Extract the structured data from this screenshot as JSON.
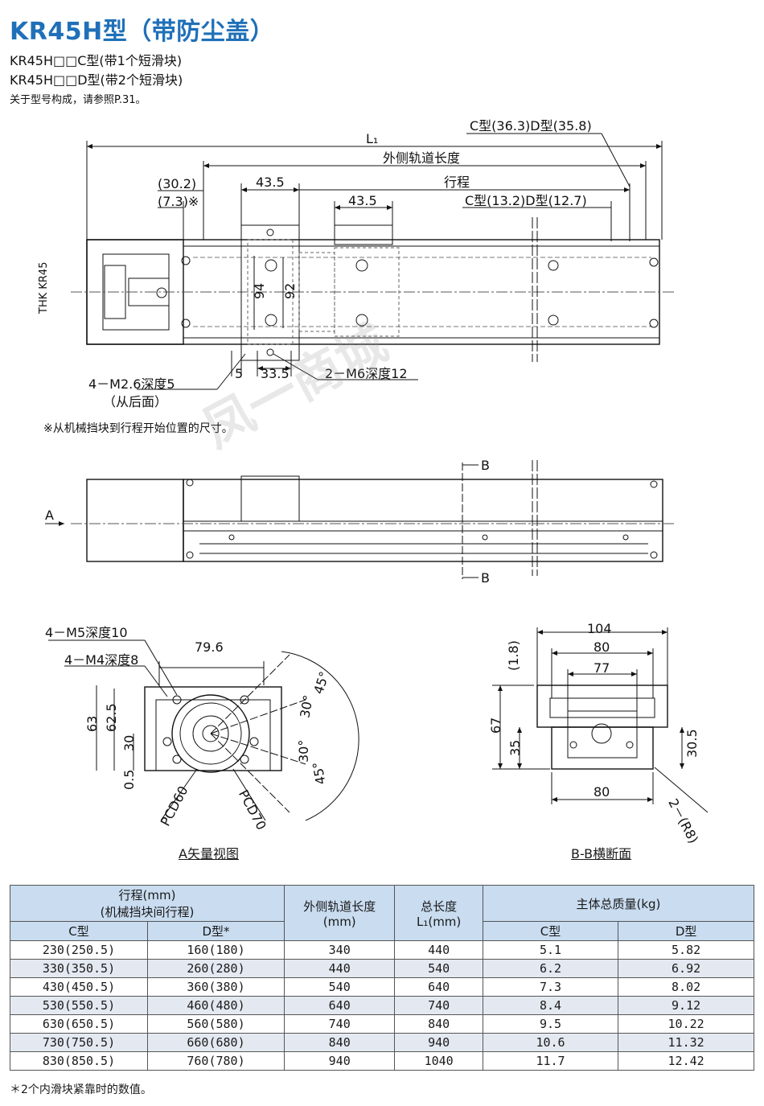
{
  "header": {
    "title": "KR45H型（带防尘盖）",
    "line_c": "KR45H□□C型(带1个短滑块)",
    "line_d": "KR45H□□D型(带2个短滑块)",
    "ref": "关于型号构成，请参照P.31。"
  },
  "top_view": {
    "dim_cd_end": "C型(36.3)D型(35.8)",
    "dim_L1": "L₁",
    "dim_outer_rail": "外侧轨道长度",
    "dim_30_2": "(30.2)",
    "dim_7_3": "(7.3)※",
    "dim_43_5_a": "43.5",
    "dim_stroke": "行程",
    "dim_43_5_b": "43.5",
    "dim_cd_start": "C型(13.2)D型(12.7)",
    "dim_94": "94",
    "dim_92": "92",
    "dim_5": "5",
    "dim_33_5": "33.5",
    "callout_m26": "4－M2.6深度5",
    "callout_m26_b": "（从后面）",
    "callout_m6": "2－M6深度12",
    "logo": "THK KR45",
    "footnote": "※从机械挡块到行程开始位置的尺寸。"
  },
  "side_view": {
    "arrow_a": "A",
    "section_b_top": "B",
    "section_b_bottom": "B"
  },
  "end_view": {
    "callout_m5": "4－M5深度10",
    "callout_m4": "4－M4深度8",
    "dim_79_6": "79.6",
    "dim_63": "63",
    "dim_62_5": "62.5",
    "dim_30": "30",
    "dim_0_5": "0.5",
    "pcd60": "PCD60",
    "pcd70": "PCD70",
    "ang_45_a": "45°",
    "ang_30_a": "30°",
    "ang_30_b": "30°",
    "ang_45_b": "45°",
    "caption": "A矢量视图"
  },
  "section_view": {
    "dim_104": "104",
    "dim_80_top": "80",
    "dim_77": "77",
    "dim_1_8": "(1.8)",
    "dim_67": "67",
    "dim_35": "35",
    "dim_30_5": "30.5",
    "dim_80_bottom": "80",
    "dim_r8": "2－(R8)",
    "caption": "B-B横断面"
  },
  "watermark": "凤一商城",
  "table": {
    "h_stroke": "行程(mm)",
    "h_stroke2": "(机械挡块间行程)",
    "h_outer": "外侧轨道长度",
    "h_outer_unit": "(mm)",
    "h_total": "总长度",
    "h_total_unit": "L₁(mm)",
    "h_mass": "主体总质量(kg)",
    "h_c": "C型",
    "h_d": "D型*",
    "h_mass_c": "C型",
    "h_mass_d": "D型",
    "rows": [
      {
        "c": "230(250.5)",
        "d": "160(180)",
        "outer": "340",
        "total": "440",
        "mc": "5.1",
        "md": "5.82"
      },
      {
        "c": "330(350.5)",
        "d": "260(280)",
        "outer": "440",
        "total": "540",
        "mc": "6.2",
        "md": "6.92"
      },
      {
        "c": "430(450.5)",
        "d": "360(380)",
        "outer": "540",
        "total": "640",
        "mc": "7.3",
        "md": "8.02"
      },
      {
        "c": "530(550.5)",
        "d": "460(480)",
        "outer": "640",
        "total": "740",
        "mc": "8.4",
        "md": "9.12"
      },
      {
        "c": "630(650.5)",
        "d": "560(580)",
        "outer": "740",
        "total": "840",
        "mc": "9.5",
        "md": "10.22"
      },
      {
        "c": "730(750.5)",
        "d": "660(680)",
        "outer": "840",
        "total": "940",
        "mc": "10.6",
        "md": "11.32"
      },
      {
        "c": "830(850.5)",
        "d": "760(780)",
        "outer": "940",
        "total": "1040",
        "mc": "11.7",
        "md": "12.42"
      }
    ],
    "footnote": "＊2个内滑块紧靠时的数值。"
  }
}
